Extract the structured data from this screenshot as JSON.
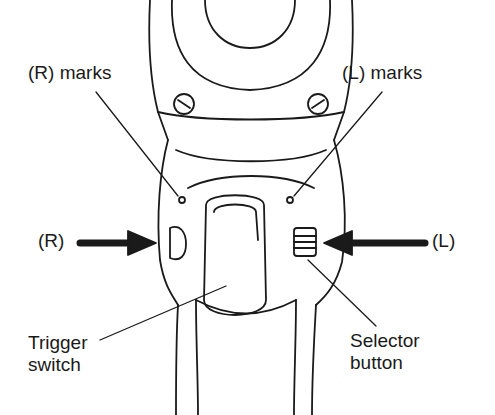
{
  "diagram": {
    "labels": [
      "(R) marks",
      "(L) marks",
      "(R)",
      "(L)",
      "Trigger switch",
      "Selector button"
    ]
  }
}
